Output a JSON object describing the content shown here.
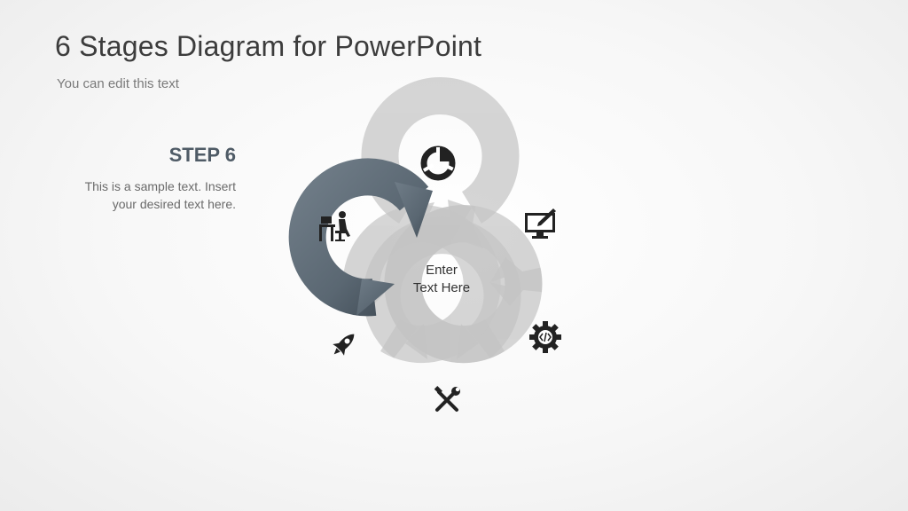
{
  "slide": {
    "title": "6 Stages Diagram for PowerPoint",
    "subtitle": "You can edit this text"
  },
  "step_panel": {
    "heading": "STEP 6",
    "body_line1": "This is a sample text.  Insert",
    "body_line2": "your desired text here."
  },
  "diagram": {
    "center_line1": "Enter",
    "center_line2": "Text Here",
    "stages": [
      {
        "name": "stage-1",
        "icon": "pie-chart-icon",
        "active": false
      },
      {
        "name": "stage-2",
        "icon": "monitor-design-icon",
        "active": false
      },
      {
        "name": "stage-3",
        "icon": "code-gear-icon",
        "active": false
      },
      {
        "name": "stage-4",
        "icon": "tools-icon",
        "active": false
      },
      {
        "name": "stage-5",
        "icon": "rocket-icon",
        "active": false
      },
      {
        "name": "stage-6",
        "icon": "desk-worker-icon",
        "active": true
      }
    ],
    "colors": {
      "ring": "#c9c9c9",
      "active": "#5c6a76",
      "icon": "#2a2a2a"
    }
  }
}
